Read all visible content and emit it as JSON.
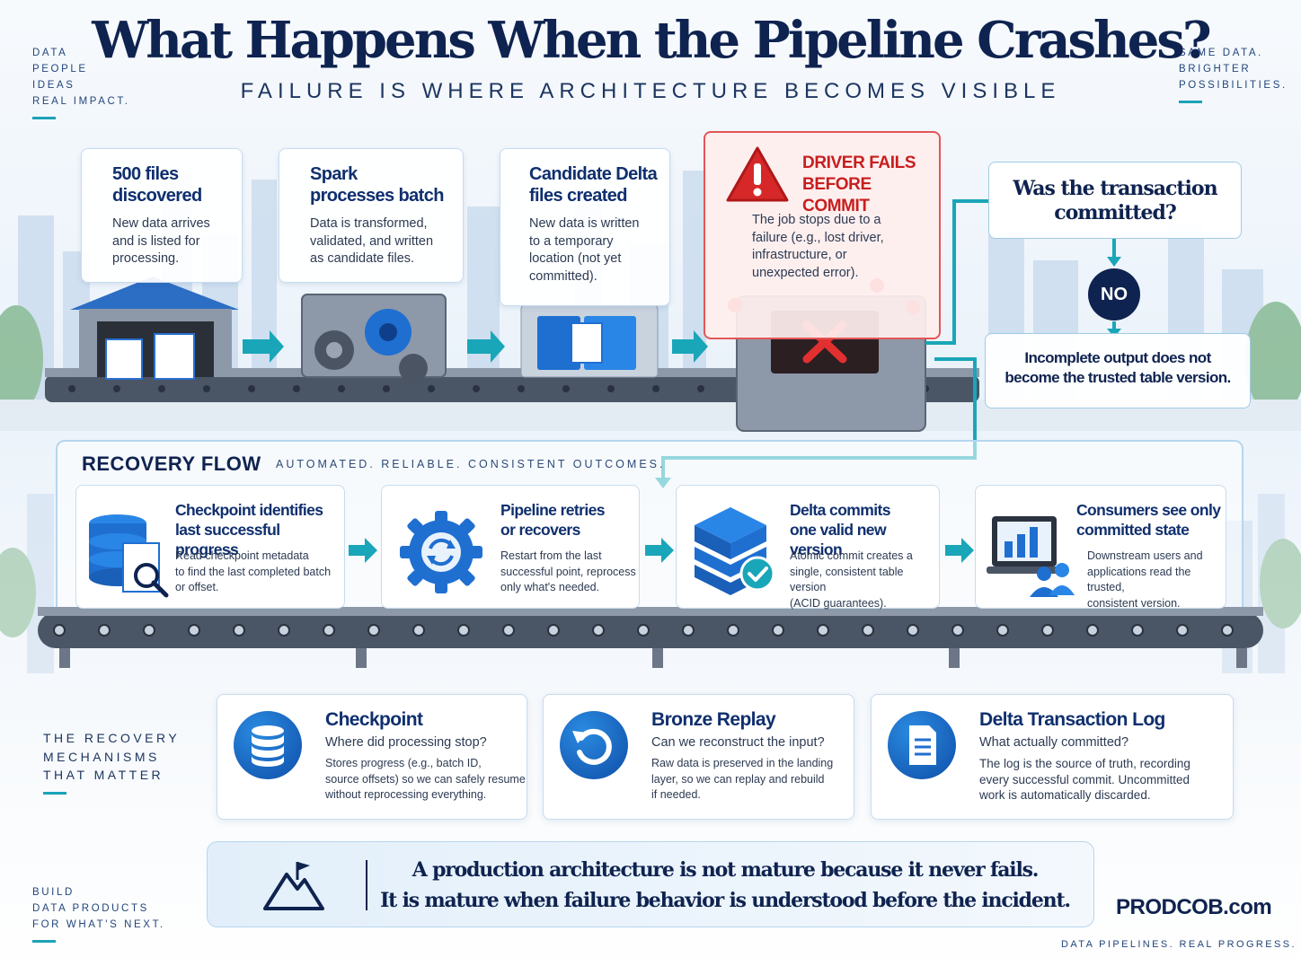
{
  "header": {
    "title": "What Happens When the Pipeline Crashes?",
    "subtitle": "FAILURE IS WHERE ARCHITECTURE BECOMES VISIBLE"
  },
  "corners": {
    "top_left": [
      "DATA",
      "PEOPLE",
      "IDEAS",
      "REAL IMPACT."
    ],
    "top_right": [
      "SAME DATA.",
      "BRIGHTER",
      "POSSIBILITIES."
    ],
    "bottom_left": [
      "BUILD",
      "DATA PRODUCTS",
      "FOR WHAT'S NEXT."
    ]
  },
  "pipeline": [
    {
      "title": [
        "500 files",
        "discovered"
      ],
      "body": [
        "New data arrives",
        "and is listed for",
        "processing."
      ]
    },
    {
      "title": [
        "Spark",
        "processes batch"
      ],
      "body": [
        "Data is transformed,",
        "validated, and written",
        "as candidate files."
      ]
    },
    {
      "title": [
        "Candidate Delta",
        "files created"
      ],
      "body": [
        "New data is written",
        "to a temporary",
        "location (not yet",
        "committed)."
      ]
    }
  ],
  "failure": {
    "title": [
      "DRIVER FAILS",
      "BEFORE COMMIT"
    ],
    "body": [
      "The job stops due to a",
      "failure (e.g., lost driver,",
      "infrastructure, or",
      "unexpected error)."
    ]
  },
  "decision": {
    "question": [
      "Was the transaction",
      "committed?"
    ],
    "answer": "NO",
    "outcome": [
      "Incomplete output does not",
      "become the trusted table version."
    ]
  },
  "recovery": {
    "title": "RECOVERY FLOW",
    "subtitle": "AUTOMATED. RELIABLE. CONSISTENT OUTCOMES.",
    "steps": [
      {
        "title": [
          "Checkpoint identifies",
          "last successful progress"
        ],
        "body": [
          "Read checkpoint metadata",
          "to find the last completed batch",
          "or offset."
        ]
      },
      {
        "title": [
          "Pipeline retries",
          "or recovers"
        ],
        "body": [
          "Restart from the last",
          "successful point, reprocess",
          "only what's needed."
        ]
      },
      {
        "title": [
          "Delta commits",
          "one valid new version"
        ],
        "body": [
          "Atomic commit creates a",
          "single, consistent table version",
          "(ACID guarantees)."
        ]
      },
      {
        "title": [
          "Consumers see only",
          "committed state"
        ],
        "body": [
          "Downstream users and",
          "applications read the trusted,",
          "consistent version."
        ]
      }
    ]
  },
  "mechanisms": {
    "heading": [
      "THE RECOVERY",
      "MECHANISMS",
      "THAT MATTER"
    ],
    "items": [
      {
        "icon": "database-icon",
        "title": "Checkpoint",
        "question": "Where did processing stop?",
        "body": [
          "Stores progress (e.g., batch ID,",
          "source offsets) so we can safely resume",
          "without reprocessing everything."
        ]
      },
      {
        "icon": "replay-icon",
        "title": "Bronze Replay",
        "question": "Can we reconstruct the input?",
        "body": [
          "Raw data is preserved in the landing",
          "layer, so we can replay and rebuild",
          "if needed."
        ]
      },
      {
        "icon": "document-icon",
        "title": "Delta Transaction Log",
        "question": "What actually committed?",
        "body": [
          "The log is the source of truth, recording",
          "every successful commit. Uncommitted",
          "work is automatically discarded."
        ]
      }
    ]
  },
  "quote": {
    "lines": [
      "A production architecture is not mature because it never fails.",
      "It is mature when failure behavior is understood before the incident."
    ]
  },
  "brand": {
    "name": "PRODCOB.com",
    "tagline": "DATA PIPELINES. REAL PROGRESS."
  },
  "colors": {
    "navy": "#0f2350",
    "accent": "#1aa3b8",
    "blue": "#1f6fd1",
    "alert": "#c81e1e"
  }
}
